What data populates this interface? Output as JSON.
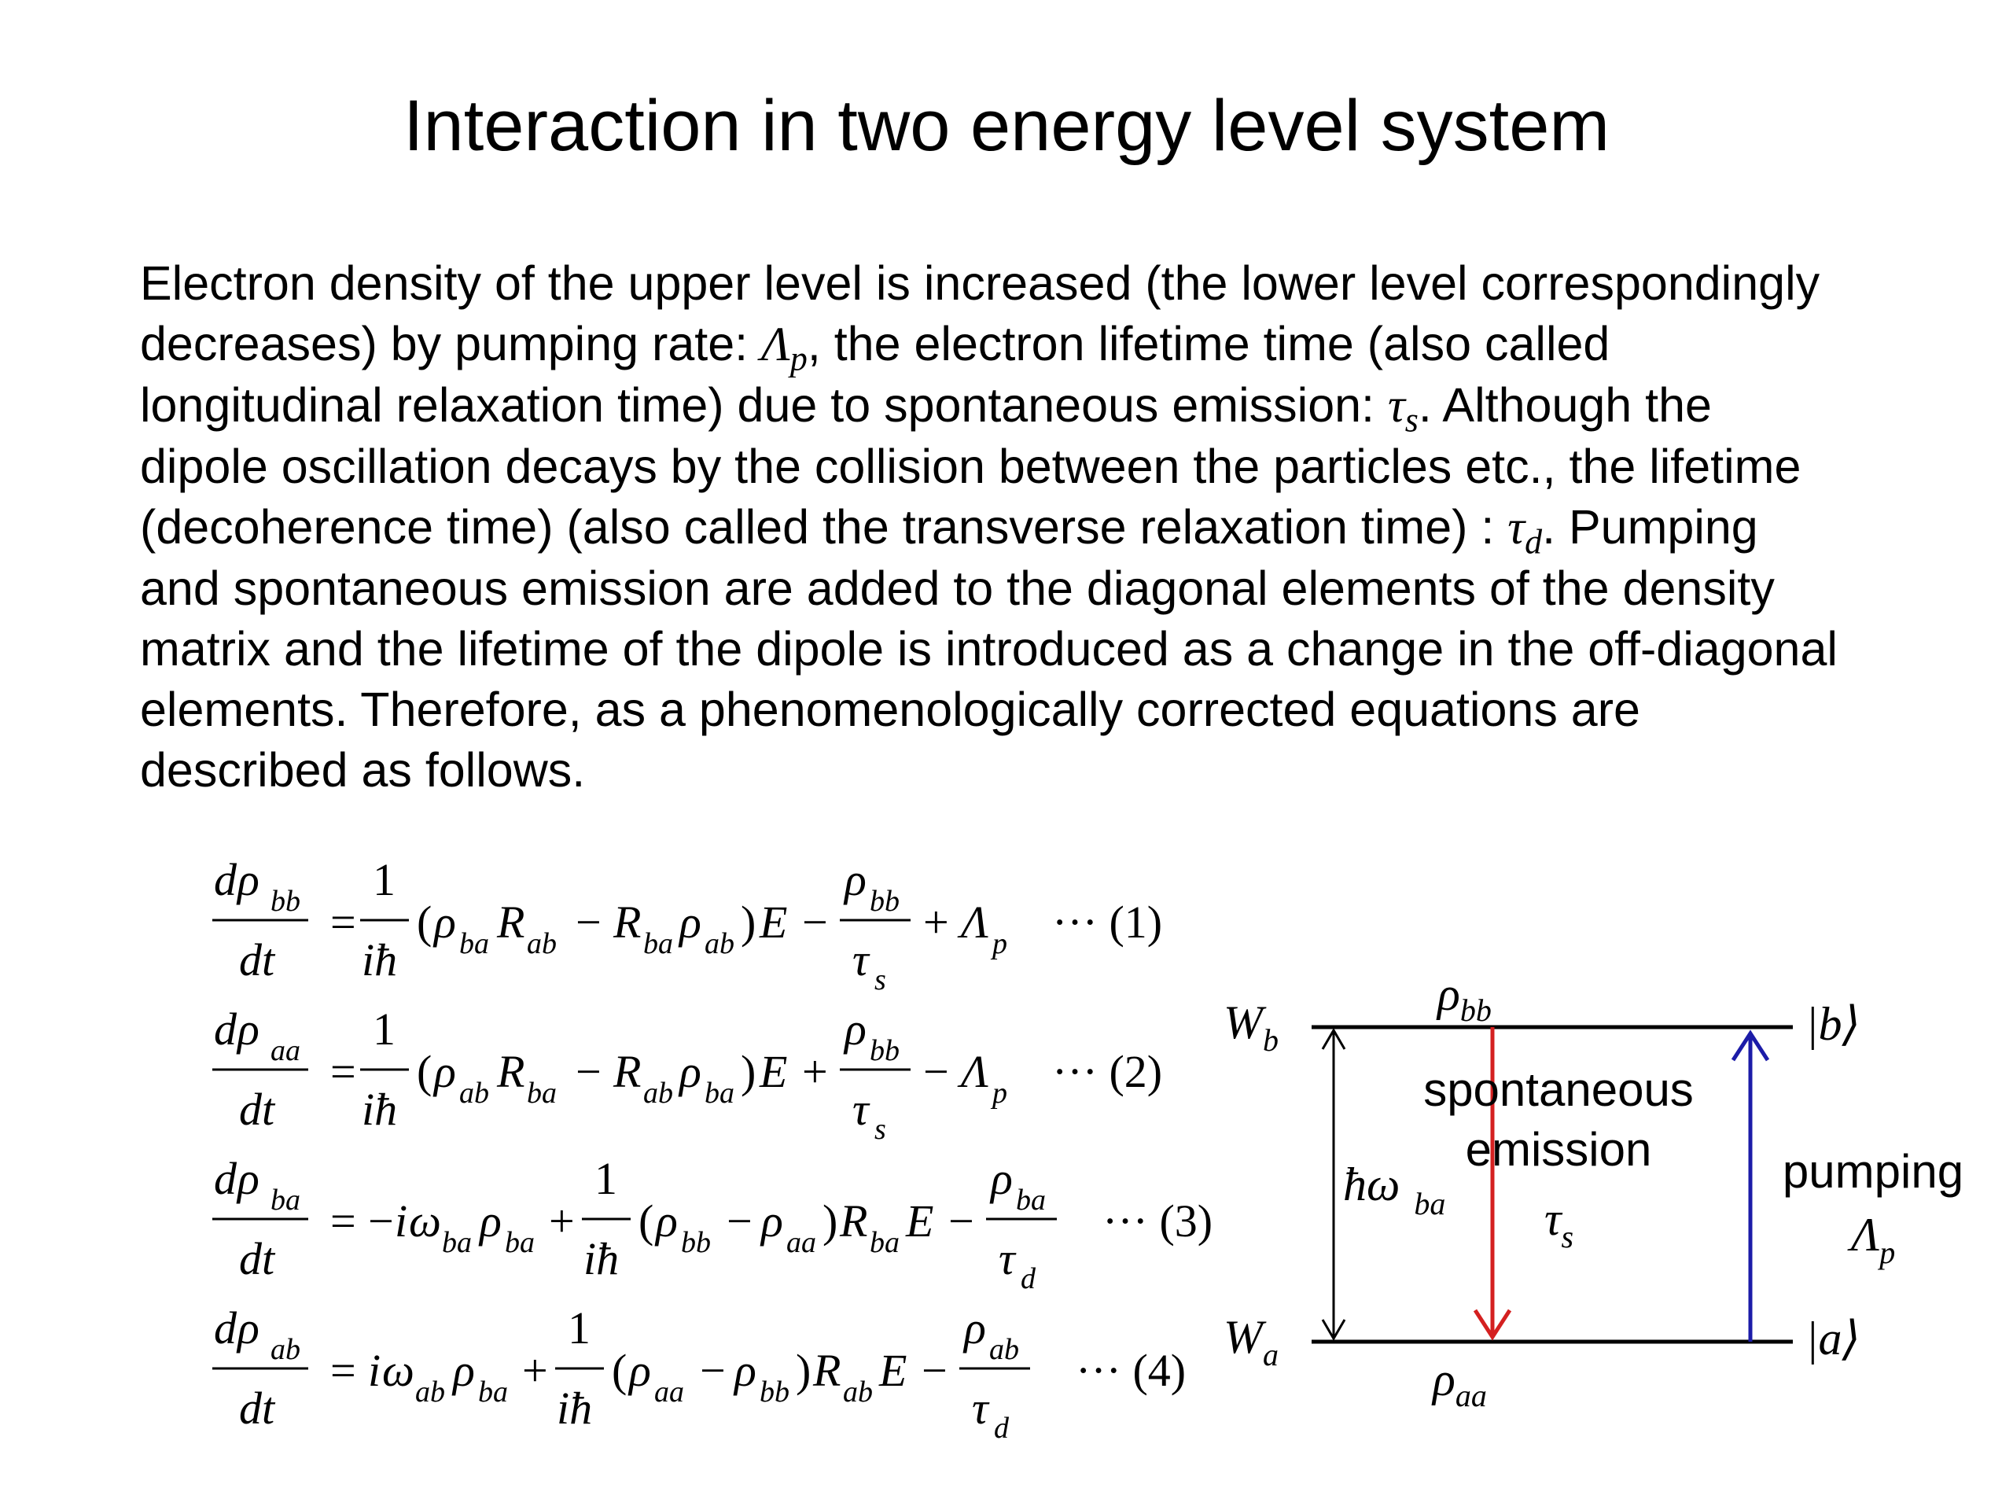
{
  "slide": {
    "title": "Interaction in two energy level system"
  },
  "paragraph": {
    "line1": "Electron density of the upper level is increased (the lower level correspondingly",
    "line2_a": "decreases) by pumping rate: ",
    "line2_sym": "Λ",
    "line2_sub": "p",
    "line2_b": ", the electron lifetime time (also called",
    "line3_a": "longitudinal relaxation time) due to spontaneous emission: ",
    "line3_sym": "τ",
    "line3_sub": "s",
    "line3_b": ". Although the",
    "line4": "dipole oscillation decays by the collision between the particles etc., the lifetime",
    "line5_a": "(decoherence time) (also called the transverse relaxation time) : ",
    "line5_sym": "τ",
    "line5_sub": "d",
    "line5_b": ". Pumping",
    "line6": "and spontaneous emission are added to the diagonal elements of the density",
    "line7": "matrix and the lifetime of the dipole is introduced as a change in the off-diagonal",
    "line8": "elements. Therefore, as a phenomenologically corrected equations are",
    "line9": "described as follows."
  },
  "equations": {
    "d": "d",
    "dt": "dt",
    "one": "1",
    "ihbar": "iħ",
    "i": "i",
    "R": "R",
    "E": "E",
    "Lambda": "Λ",
    "sub_bb": "bb",
    "sub_aa": "aa",
    "sub_ba": "ba",
    "sub_ab": "ab",
    "sub_s": "s",
    "sub_d": "d",
    "sub_p": "p",
    "eq1_number": "··· (1)",
    "eq2_number": "··· (2)",
    "eq3_number": "··· (3)",
    "eq4_number": "··· (4)"
  },
  "diagram": {
    "upper_density_sym": "ρ",
    "upper_density_sub": "bb",
    "lower_density_sym": "ρ",
    "lower_density_sub": "aa",
    "upper_energy_sym": "W",
    "upper_energy_sub": "b",
    "lower_energy_sym": "W",
    "lower_energy_sub": "a",
    "upper_state": "|b⟩",
    "lower_state": "|a⟩",
    "transition_energy": "ħ",
    "transition_sub": "ba",
    "spontaneous_line1": "spontaneous",
    "spontaneous_line2": "emission",
    "lifetime_sym": "τ",
    "lifetime_sub": "s",
    "pumping_label": "pumping",
    "pumping_rate_sym": "Λ",
    "pumping_rate_sub": "p",
    "emission_color": "#d42020",
    "pumping_color": "#1c1ca8",
    "level_color": "#000000"
  }
}
